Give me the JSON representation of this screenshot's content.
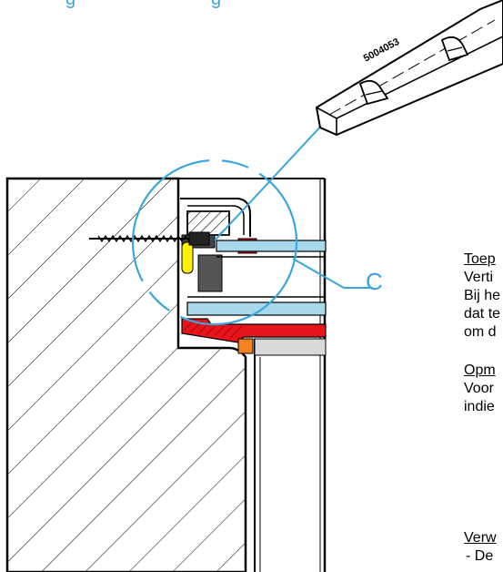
{
  "header": {
    "part1": "g",
    "part2": "g"
  },
  "diagram": {
    "part_number": "5004053",
    "callout_label": "C",
    "colors": {
      "accent_blue": "#3aa6dd",
      "red": "#e8141c",
      "yellow": "#fff200",
      "glass": "#a8d8ec",
      "gasket": "#555555",
      "orange": "#f58220",
      "grey": "#cfcfcf"
    }
  },
  "text": {
    "toepassing_heading": "Toep",
    "line1": "Verti",
    "line2": "Bij he",
    "line3": "dat te",
    "line4": "om d",
    "opmerking_heading": "Opm",
    "line5": "Voor",
    "line6": "indie",
    "verwerking_heading": "Verw",
    "line7": "- De"
  }
}
